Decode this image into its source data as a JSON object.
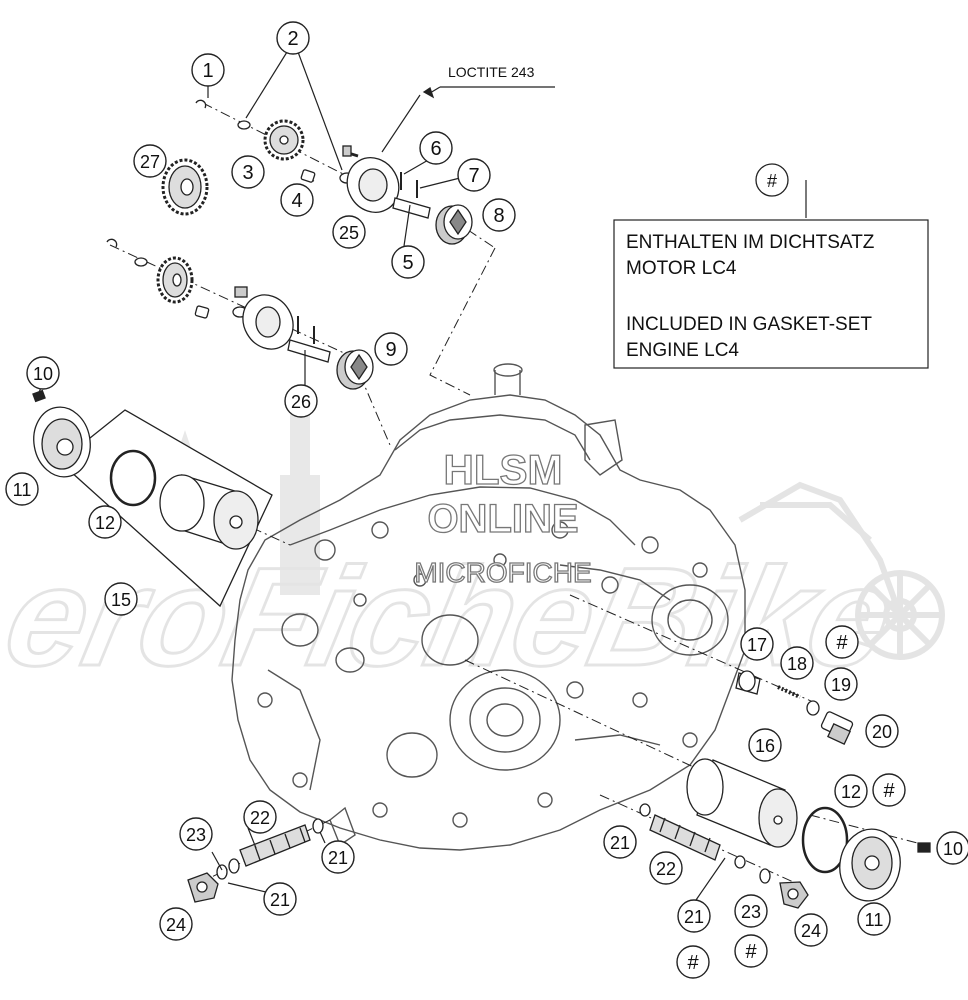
{
  "diagram": {
    "note_loctite": "LOCTITE 243",
    "gasket_note": {
      "marker": "#",
      "lines": [
        "ENTHALTEN IM DICHTSATZ",
        "MOTOR LC4",
        "",
        "INCLUDED IN GASKET-SET",
        "ENGINE LC4"
      ]
    },
    "watermark": {
      "line1": "HLSM",
      "line2": "ONLINE",
      "line3": "MICROFICHE",
      "brand": "AeroFicheBike"
    },
    "callouts": [
      {
        "id": "c1",
        "label": "1"
      },
      {
        "id": "c2",
        "label": "2"
      },
      {
        "id": "c3",
        "label": "3"
      },
      {
        "id": "c4",
        "label": "4"
      },
      {
        "id": "c5",
        "label": "5"
      },
      {
        "id": "c6",
        "label": "6"
      },
      {
        "id": "c7",
        "label": "7"
      },
      {
        "id": "c8",
        "label": "8"
      },
      {
        "id": "c9",
        "label": "9"
      },
      {
        "id": "c10a",
        "label": "10"
      },
      {
        "id": "c10b",
        "label": "10"
      },
      {
        "id": "c11a",
        "label": "11"
      },
      {
        "id": "c11b",
        "label": "11"
      },
      {
        "id": "c12a",
        "label": "12"
      },
      {
        "id": "c12b",
        "label": "12"
      },
      {
        "id": "c15",
        "label": "15"
      },
      {
        "id": "c16",
        "label": "16"
      },
      {
        "id": "c17",
        "label": "17"
      },
      {
        "id": "c18",
        "label": "18"
      },
      {
        "id": "c19",
        "label": "19"
      },
      {
        "id": "c20",
        "label": "20"
      },
      {
        "id": "c21a",
        "label": "21"
      },
      {
        "id": "c21b",
        "label": "21"
      },
      {
        "id": "c21c",
        "label": "21"
      },
      {
        "id": "c21d",
        "label": "21"
      },
      {
        "id": "c22a",
        "label": "22"
      },
      {
        "id": "c22b",
        "label": "22"
      },
      {
        "id": "c23a",
        "label": "23"
      },
      {
        "id": "c23b",
        "label": "23"
      },
      {
        "id": "c24a",
        "label": "24"
      },
      {
        "id": "c24b",
        "label": "24"
      },
      {
        "id": "c25",
        "label": "25"
      },
      {
        "id": "c26",
        "label": "26"
      },
      {
        "id": "c27",
        "label": "27"
      },
      {
        "id": "h1",
        "label": "#"
      },
      {
        "id": "h2",
        "label": "#"
      },
      {
        "id": "h3",
        "label": "#"
      },
      {
        "id": "h4",
        "label": "#"
      }
    ]
  }
}
